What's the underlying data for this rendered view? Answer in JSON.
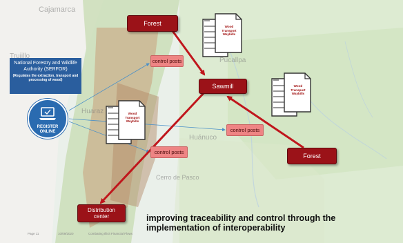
{
  "map_labels": {
    "cajamarca": "Cajamarca",
    "trujillo": "Trujillo",
    "pucallpa": "Pucallpa",
    "huaraz": "Huaraz",
    "huanuco": "Huánuco",
    "cerro_de_pasco": "Cerro de Pasco"
  },
  "serfor": {
    "title": "National Forestry and Wildlife Authority (SERFOR)",
    "subtitle": "(Regulates the extraction, transport and processing of wood)"
  },
  "register": {
    "label": "REGISTER ONLINE"
  },
  "nodes": {
    "forest_top": "Forest",
    "forest_right": "Forest",
    "sawmill": "Sawmill",
    "distribution": "Distribution center"
  },
  "control_posts": {
    "top": "control posts",
    "middle": "control posts",
    "bottom": "control posts"
  },
  "waybill": {
    "label": "Wood Transport Waybills"
  },
  "headline": "improving traceability and control through the implementation of interoperability",
  "footer": {
    "page": "Page 11",
    "date": "10/09/2020",
    "title": "Combating Illicit Financial Flows"
  },
  "colors": {
    "maroon": "#9b1218",
    "arrow": "#c0161c",
    "pink": "#ee8484",
    "serfor_blue": "#2a5e9e",
    "connector": "#4a90c8"
  }
}
